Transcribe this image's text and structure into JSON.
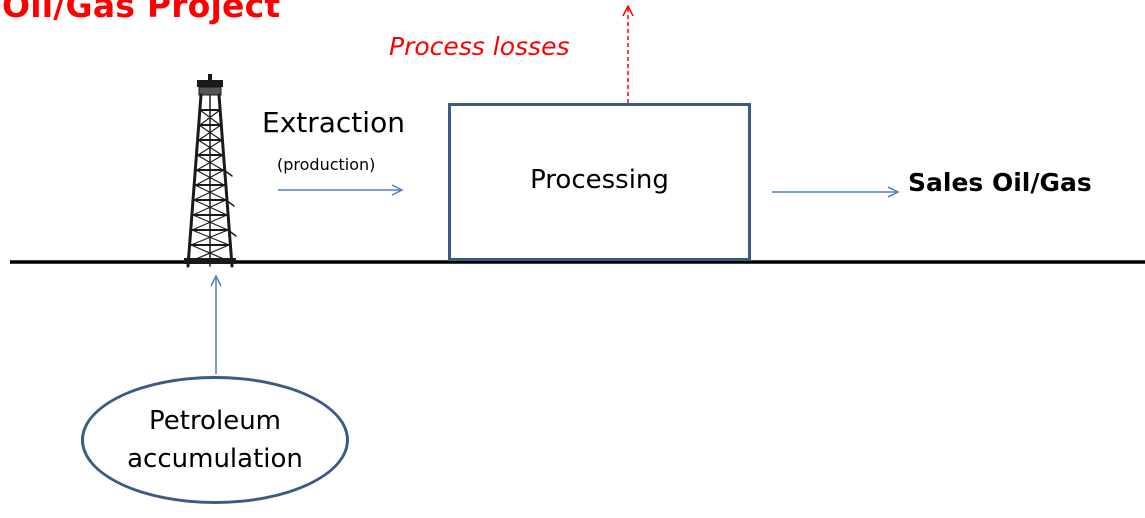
{
  "title": "Oil/Gas Project",
  "process_losses": "Process losses",
  "extraction": {
    "label": "Extraction",
    "sublabel": "(production)"
  },
  "processing": "Processing",
  "sales": "Sales Oil/Gas",
  "accumulation": {
    "line1": "Petroleum",
    "line2": "accumulation"
  },
  "icons": {
    "rig": "drilling-rig-icon"
  },
  "colors": {
    "title": "#ff0000",
    "losses_arrow": "#ff0000",
    "flow_arrow": "#4f81bd",
    "box_border": "#3b5a86",
    "ground": "#000000"
  }
}
